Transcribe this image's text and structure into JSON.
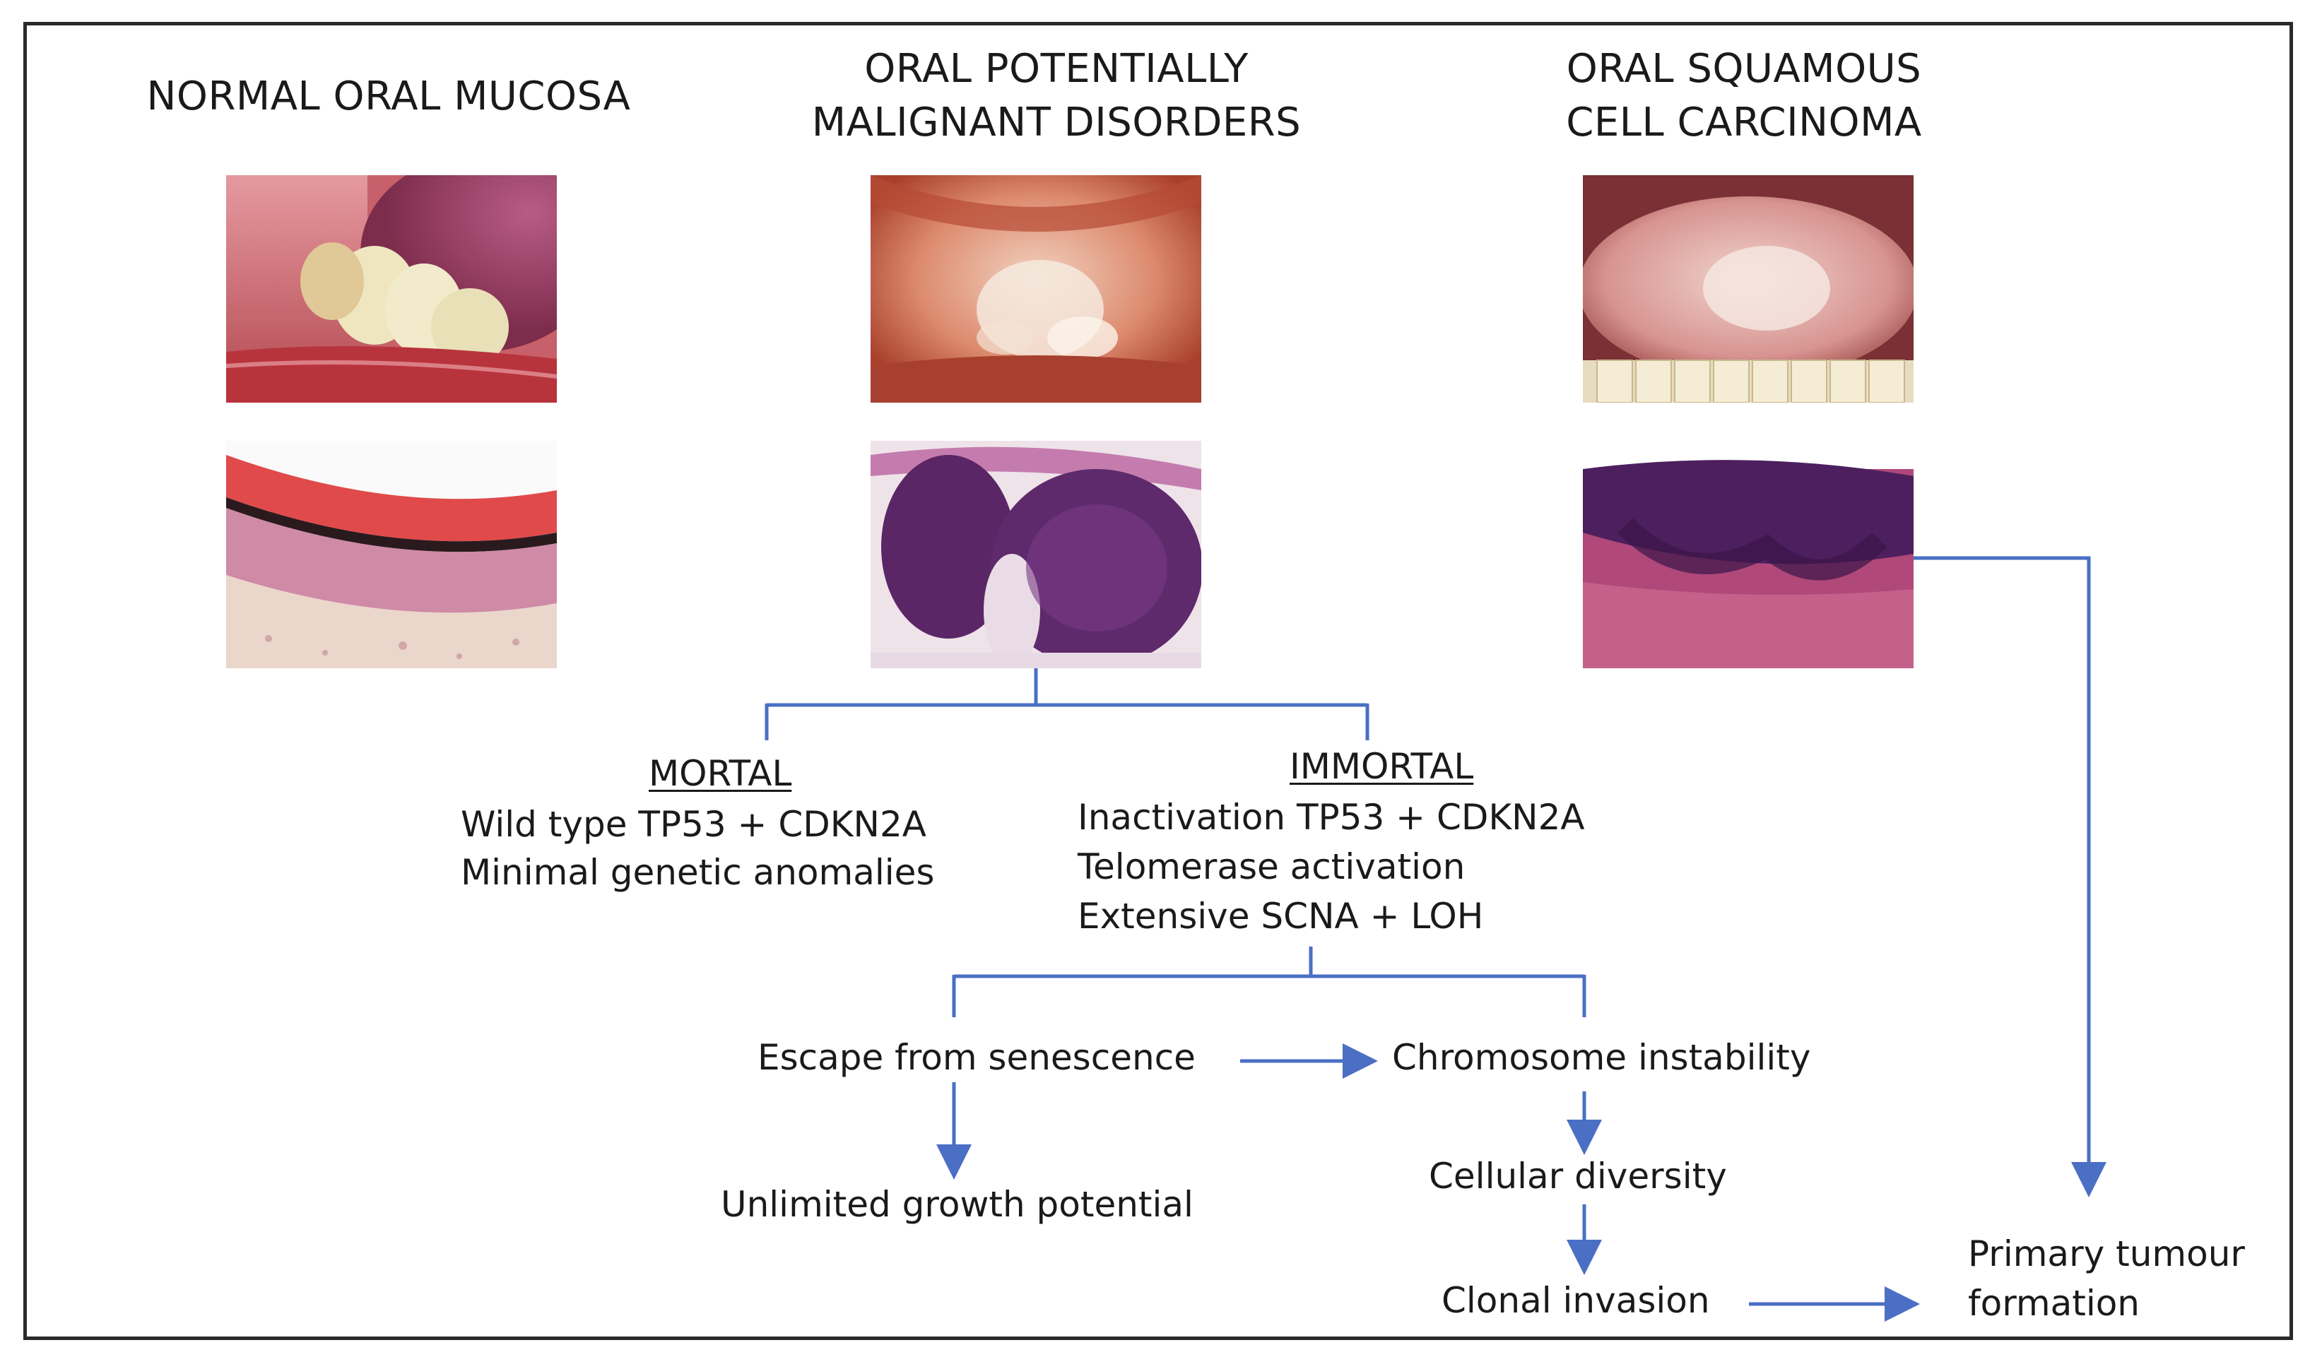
{
  "columns": {
    "normal": {
      "title": "NORMAL ORAL MUCOSA"
    },
    "opmd": {
      "title_line1": "ORAL POTENTIALLY",
      "title_line2": "MALIGNANT DISORDERS"
    },
    "oscc": {
      "title_line1": "ORAL SQUAMOUS",
      "title_line2": "CELL CARCINOMA"
    }
  },
  "mortal": {
    "heading": "MORTAL",
    "line1": "Wild type TP53 + CDKN2A",
    "line2": "Minimal genetic anomalies"
  },
  "immortal": {
    "heading": "IMMORTAL",
    "line1": "Inactivation TP53 + CDKN2A",
    "line2": "Telomerase activation",
    "line3": "Extensive SCNA + LOH"
  },
  "flow": {
    "escape": "Escape from senescence",
    "instability": "Chromosome instability",
    "unlimited": "Unlimited growth potential",
    "diversity": "Cellular diversity",
    "clonal": "Clonal invasion",
    "primary_line1": "Primary tumour",
    "primary_line2": "formation"
  },
  "colors": {
    "connector": "#4a6fc4",
    "text": "#1a1a1a",
    "frame": "#2a2a2a"
  }
}
